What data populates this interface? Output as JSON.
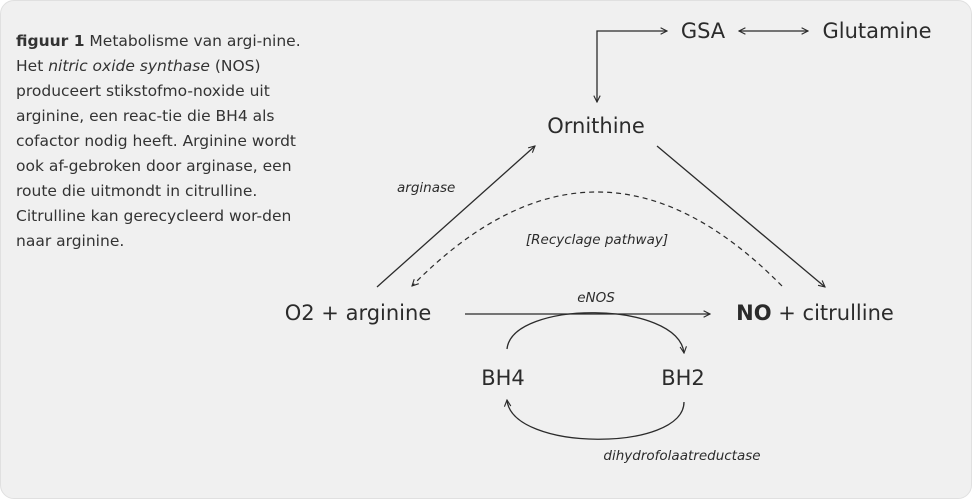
{
  "caption": {
    "label": "figuur 1",
    "p1": " Metabolisme van argi-nine. Het ",
    "italic": "nitric oxide synthase",
    "p2": " (NOS) produceert stikstofmo-noxide uit arginine, een reac-tie die BH4 als cofactor nodig heeft. Arginine wordt ook af-gebroken door arginase, een route die uitmondt in citrulline. Citrulline kan gerecycleerd wor-den naar arginine."
  },
  "nodes": {
    "gsa": "GSA",
    "glutamine": "Glutamine",
    "ornithine": "Ornithine",
    "substrate": "O2 + arginine",
    "product_bold": "NO",
    "product_rest": " + citrulline",
    "bh4": "BH4",
    "bh2": "BH2"
  },
  "labels": {
    "arginase": "arginase",
    "recycle": "[Recyclage pathway]",
    "enos": "eNOS",
    "dhfr": "dihydrofolaatreductase"
  }
}
